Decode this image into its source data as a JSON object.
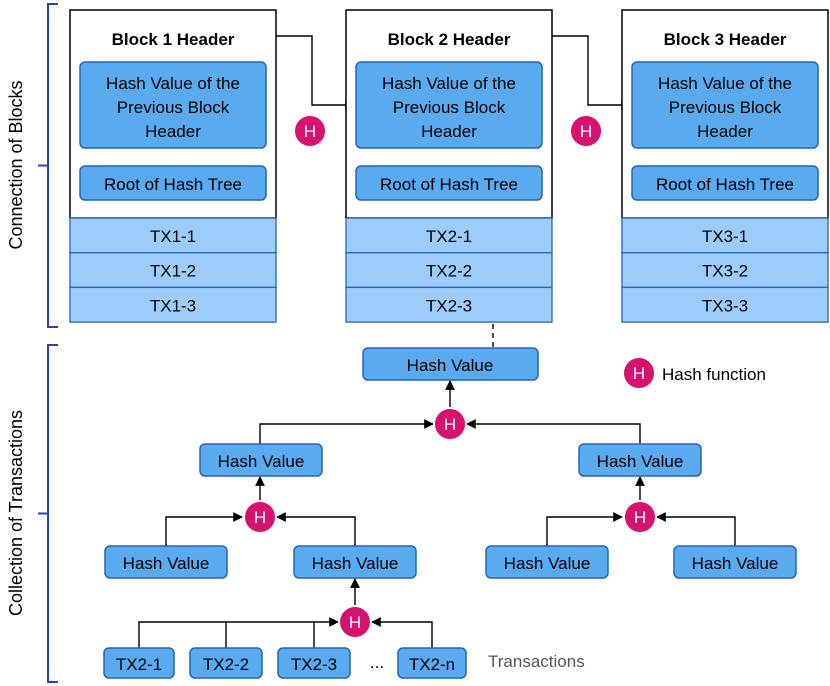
{
  "side_labels": {
    "connection": "Connection of Blocks",
    "collection": "Collection of Transactions"
  },
  "blocks": [
    {
      "header": "Block 1 Header",
      "prev_hash": [
        "Hash Value of the",
        "Previous Block",
        "Header"
      ],
      "root": "Root of Hash Tree",
      "txs": [
        "TX1-1",
        "TX1-2",
        "TX1-3"
      ]
    },
    {
      "header": "Block 2 Header",
      "prev_hash": [
        "Hash Value of the",
        "Previous Block",
        "Header"
      ],
      "root": "Root of Hash Tree",
      "txs": [
        "TX2-1",
        "TX2-2",
        "TX2-3"
      ]
    },
    {
      "header": "Block 3 Header",
      "prev_hash": [
        "Hash Value of the",
        "Previous Block",
        "Header"
      ],
      "root": "Root of Hash Tree",
      "txs": [
        "TX3-1",
        "TX3-2",
        "TX3-3"
      ]
    }
  ],
  "hash_symbol": "H",
  "legend": {
    "label": "Hash function"
  },
  "tree": {
    "root": "Hash Value",
    "level1": [
      "Hash Value",
      "Hash Value"
    ],
    "level2": [
      "Hash Value",
      "Hash Value",
      "Hash Value",
      "Hash Value"
    ],
    "leaves": [
      "TX2-1",
      "TX2-2",
      "TX2-3",
      "...",
      "TX2-n"
    ],
    "leaves_label": "Transactions"
  },
  "colors": {
    "box_fill": "#5aaaf0",
    "box_stroke": "#2366b3",
    "tx_fill": "#9ccdfa",
    "hash_fill": "#d6126e",
    "bracket": "#2442c6",
    "transactions_text": "#555555"
  }
}
